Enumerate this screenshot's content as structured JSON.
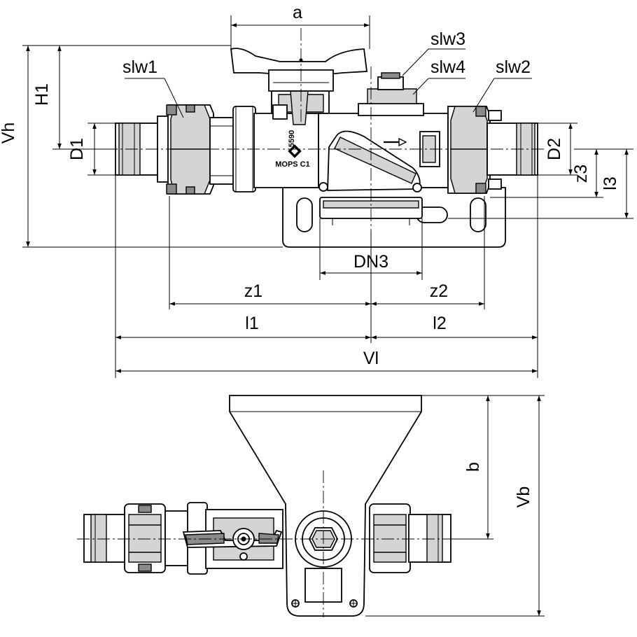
{
  "labels": {
    "a": "a",
    "slw1": "slw1",
    "slw2": "slw2",
    "slw3": "slw3",
    "slw4": "slw4",
    "H1": "H1",
    "Vh": "Vh",
    "D1": "D1",
    "D2": "D2",
    "z3": "z3",
    "l3": "l3",
    "DN3": "DN3",
    "z1": "z1",
    "z2": "z2",
    "l1": "l1",
    "l2": "l2",
    "Vl": "Vl",
    "b": "b",
    "Vb": "Vb"
  },
  "body_marking": {
    "code": "5590",
    "text": "MOPS C1"
  }
}
